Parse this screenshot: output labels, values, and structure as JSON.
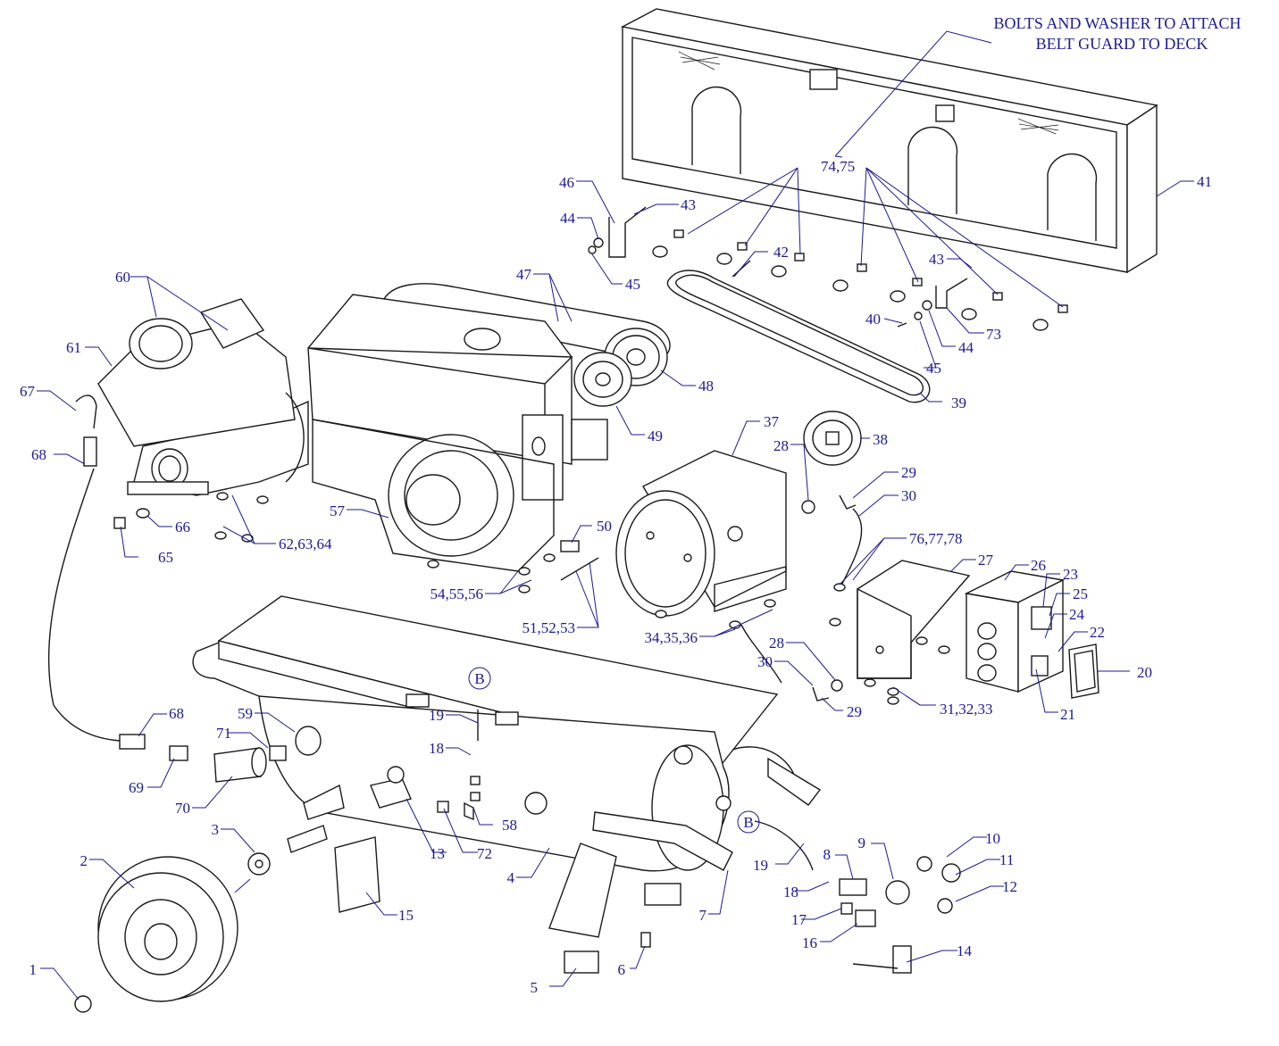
{
  "note": {
    "line1": "BOLTS AND WASHER TO ATTACH",
    "line2": "BELT GUARD TO DECK"
  },
  "section_marker": "B",
  "parts": [
    {
      "id": "1",
      "label": "1"
    },
    {
      "id": "2",
      "label": "2"
    },
    {
      "id": "3",
      "label": "3"
    },
    {
      "id": "4",
      "label": "4"
    },
    {
      "id": "5",
      "label": "5"
    },
    {
      "id": "6",
      "label": "6"
    },
    {
      "id": "7",
      "label": "7"
    },
    {
      "id": "8",
      "label": "8"
    },
    {
      "id": "9",
      "label": "9"
    },
    {
      "id": "10",
      "label": "10"
    },
    {
      "id": "11",
      "label": "11"
    },
    {
      "id": "12",
      "label": "12"
    },
    {
      "id": "13",
      "label": "13"
    },
    {
      "id": "14",
      "label": "14"
    },
    {
      "id": "15",
      "label": "15"
    },
    {
      "id": "16",
      "label": "16"
    },
    {
      "id": "17",
      "label": "17"
    },
    {
      "id": "18a",
      "label": "18"
    },
    {
      "id": "18b",
      "label": "18"
    },
    {
      "id": "19a",
      "label": "19"
    },
    {
      "id": "19b",
      "label": "19"
    },
    {
      "id": "20",
      "label": "20"
    },
    {
      "id": "21",
      "label": "21"
    },
    {
      "id": "22",
      "label": "22"
    },
    {
      "id": "23",
      "label": "23"
    },
    {
      "id": "24",
      "label": "24"
    },
    {
      "id": "25",
      "label": "25"
    },
    {
      "id": "26",
      "label": "26"
    },
    {
      "id": "27",
      "label": "27"
    },
    {
      "id": "28a",
      "label": "28"
    },
    {
      "id": "28b",
      "label": "28"
    },
    {
      "id": "29a",
      "label": "29"
    },
    {
      "id": "29b",
      "label": "29"
    },
    {
      "id": "30a",
      "label": "30"
    },
    {
      "id": "30b",
      "label": "30"
    },
    {
      "id": "31",
      "label": "31,32,33"
    },
    {
      "id": "34",
      "label": "34,35,36"
    },
    {
      "id": "37",
      "label": "37"
    },
    {
      "id": "38",
      "label": "38"
    },
    {
      "id": "39",
      "label": "39"
    },
    {
      "id": "40",
      "label": "40"
    },
    {
      "id": "41",
      "label": "41"
    },
    {
      "id": "42",
      "label": "42"
    },
    {
      "id": "43a",
      "label": "43"
    },
    {
      "id": "43b",
      "label": "43"
    },
    {
      "id": "44a",
      "label": "44"
    },
    {
      "id": "44b",
      "label": "44"
    },
    {
      "id": "45a",
      "label": "45"
    },
    {
      "id": "45b",
      "label": "45"
    },
    {
      "id": "46",
      "label": "46"
    },
    {
      "id": "47",
      "label": "47"
    },
    {
      "id": "48",
      "label": "48"
    },
    {
      "id": "49",
      "label": "49"
    },
    {
      "id": "50",
      "label": "50"
    },
    {
      "id": "51",
      "label": "51,52,53"
    },
    {
      "id": "54",
      "label": "54,55,56"
    },
    {
      "id": "57",
      "label": "57"
    },
    {
      "id": "58",
      "label": "58"
    },
    {
      "id": "59",
      "label": "59"
    },
    {
      "id": "60",
      "label": "60"
    },
    {
      "id": "61",
      "label": "61"
    },
    {
      "id": "62",
      "label": "62,63,64"
    },
    {
      "id": "65",
      "label": "65"
    },
    {
      "id": "66",
      "label": "66"
    },
    {
      "id": "67",
      "label": "67"
    },
    {
      "id": "68a",
      "label": "68"
    },
    {
      "id": "68b",
      "label": "68"
    },
    {
      "id": "69",
      "label": "69"
    },
    {
      "id": "70",
      "label": "70"
    },
    {
      "id": "71",
      "label": "71"
    },
    {
      "id": "72",
      "label": "72"
    },
    {
      "id": "73",
      "label": "73"
    },
    {
      "id": "74",
      "label": "74,75"
    },
    {
      "id": "76",
      "label": "76,77,78"
    }
  ]
}
